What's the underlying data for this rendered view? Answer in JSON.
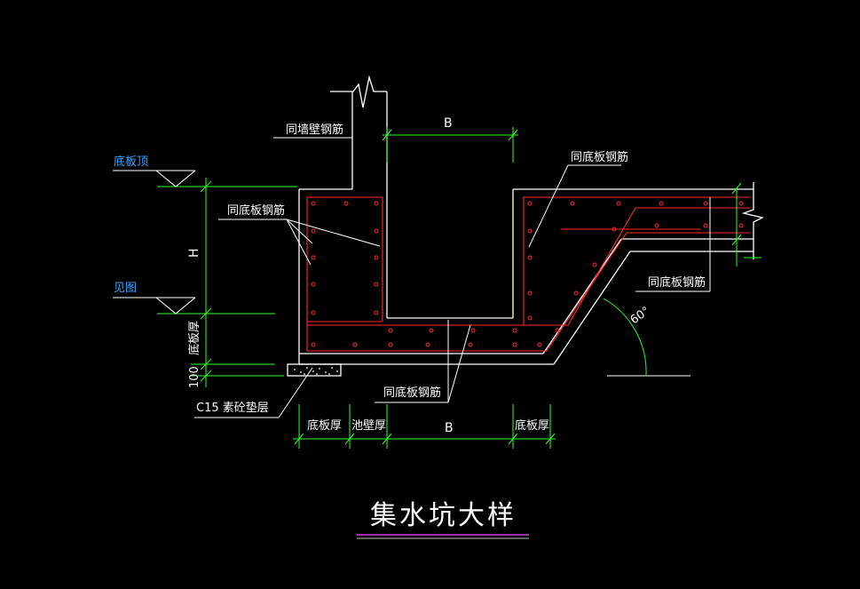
{
  "labels": {
    "wall_rebar": "同墙壁钢筋",
    "dim_b_top": "B",
    "slab_rebar_top_right": "同底板钢筋",
    "slab_top_elev": "底板顶",
    "slab_rebar_left": "同底板钢筋",
    "dim_h": "H",
    "see_drawing": "见图",
    "slab_thick_vertical": "底板厚",
    "dim_100": "100",
    "slab_rebar_right": "同底板钢筋",
    "angle": "60°",
    "slab_rebar_bottom": "同底板钢筋",
    "c15_layer": "C15 素砼垫层",
    "dim_slab_thick_1": "底板厚",
    "dim_wall_thick": "池壁厚",
    "dim_b_bottom": "B",
    "dim_slab_thick_2": "底板厚"
  },
  "title": "集水坑大样",
  "colors": {
    "background": "#000000",
    "outline": "#ffffff",
    "rebar": "#ff2a2a",
    "dimension": "#2bff2b",
    "elevation_label": "#2fa4ff",
    "title_underline": "#d23cd2"
  }
}
